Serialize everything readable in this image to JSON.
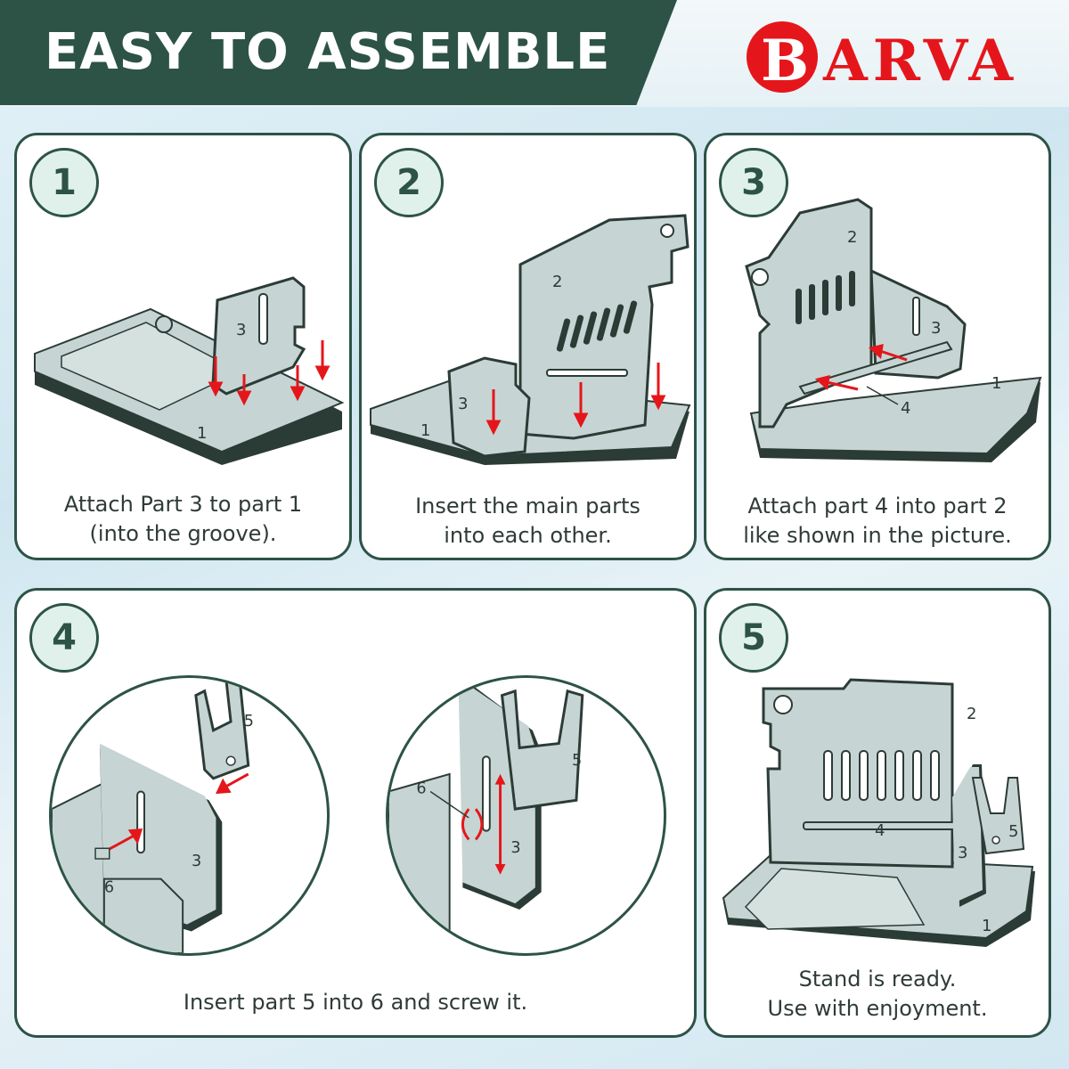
{
  "header": {
    "title": "EASY TO ASSEMBLE",
    "brand": "BARVA"
  },
  "colors": {
    "banner": "#2d5346",
    "brand_red": "#e5161b",
    "card_border": "#2d5346",
    "badge_fill": "#e0f1ec",
    "part_fill": "#c6d5d3",
    "part_edge": "#2b3b35",
    "arrow": "#e5161b"
  },
  "steps": [
    {
      "number": "1",
      "caption_lines": [
        "Attach Part 3 to part 1",
        "(into the groove)."
      ],
      "part_labels": [
        "3",
        "1"
      ]
    },
    {
      "number": "2",
      "caption_lines": [
        "Insert the main parts",
        "into each other."
      ],
      "part_labels": [
        "2",
        "3",
        "1"
      ]
    },
    {
      "number": "3",
      "caption_lines": [
        "Attach part 4 into part 2",
        "like shown in the picture."
      ],
      "part_labels": [
        "2",
        "3",
        "1",
        "4"
      ]
    },
    {
      "number": "4",
      "caption_lines": [
        "Insert part 5 into 6 and screw it."
      ],
      "part_labels": [
        "5",
        "3",
        "6",
        "6",
        "5",
        "3"
      ]
    },
    {
      "number": "5",
      "caption_lines": [
        "Stand is ready.",
        "Use with enjoyment."
      ],
      "part_labels": [
        "2",
        "4",
        "3",
        "5",
        "1"
      ]
    }
  ]
}
